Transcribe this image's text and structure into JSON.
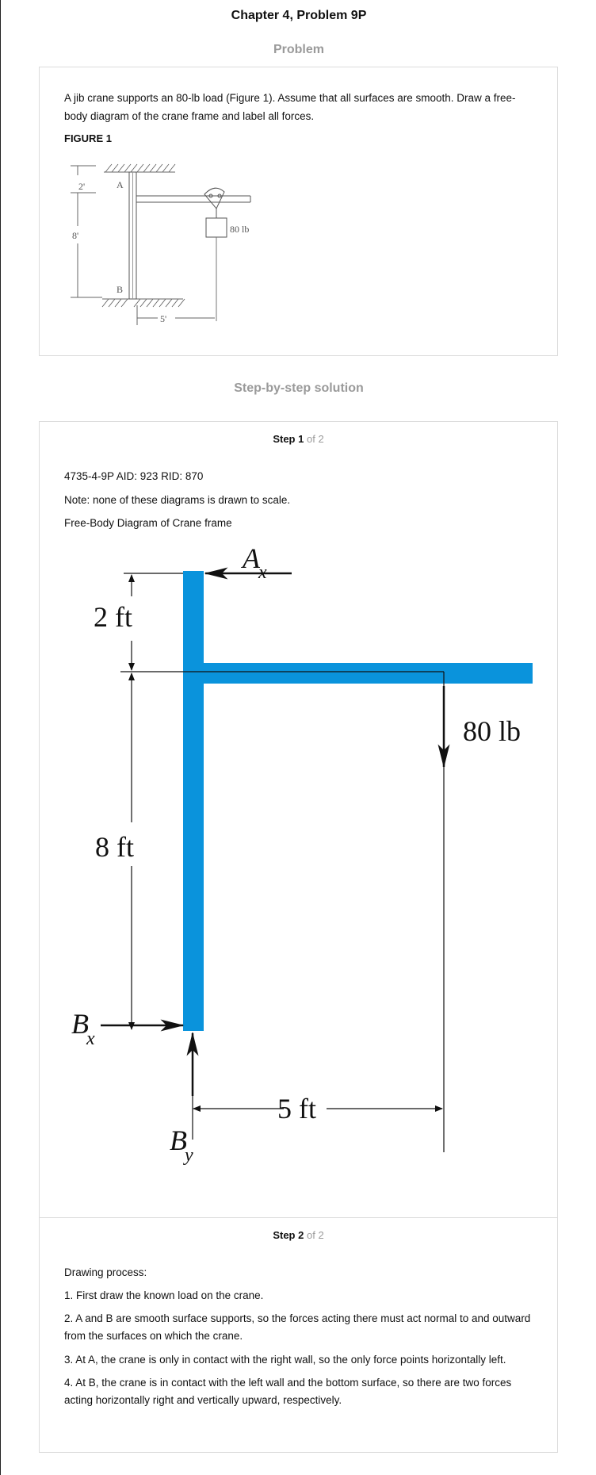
{
  "page_title": "Chapter 4, Problem 9P",
  "problem_heading": "Problem",
  "problem_text": "A jib crane supports an 80-lb load (Figure 1). Assume that all surfaces are smooth. Draw a free-body diagram of the crane frame and label all forces.",
  "figure_label": "FIGURE 1",
  "figure1": {
    "label_A": "A",
    "label_B": "B",
    "dim_top": "2'",
    "dim_mid": "8'",
    "dim_bottom": "5'",
    "load": "80 lb"
  },
  "solution_heading": "Step-by-step solution",
  "step1": {
    "label": "Step",
    "num": "1",
    "of": "of 2",
    "lines": [
      "4735-4-9P AID: 923 RID: 870",
      "Note: none of these diagrams is drawn to scale.",
      "Free-Body Diagram of Crane frame"
    ]
  },
  "fbd": {
    "Ax_main": "A",
    "Ax_sub": "x",
    "Bx_main": "B",
    "Bx_sub": "x",
    "By_main": "B",
    "By_sub": "y",
    "dim_2ft": "2 ft",
    "dim_8ft": "8 ft",
    "dim_5ft": "5 ft",
    "load": "80 lb",
    "frame_color": "#0a93dc"
  },
  "step2": {
    "label": "Step",
    "num": "2",
    "of": "of 2",
    "lines": [
      "Drawing process:",
      "1. First draw the known load on the crane.",
      "2. A and B are smooth surface supports, so the forces acting there must act normal to and outward from the surfaces on which the crane.",
      "3. At A, the crane is only in contact with the right wall, so the only force points horizontally left.",
      "4. At B, the crane is in contact with the left wall and the bottom surface, so there are two forces acting horizontally right and vertically upward, respectively."
    ]
  }
}
